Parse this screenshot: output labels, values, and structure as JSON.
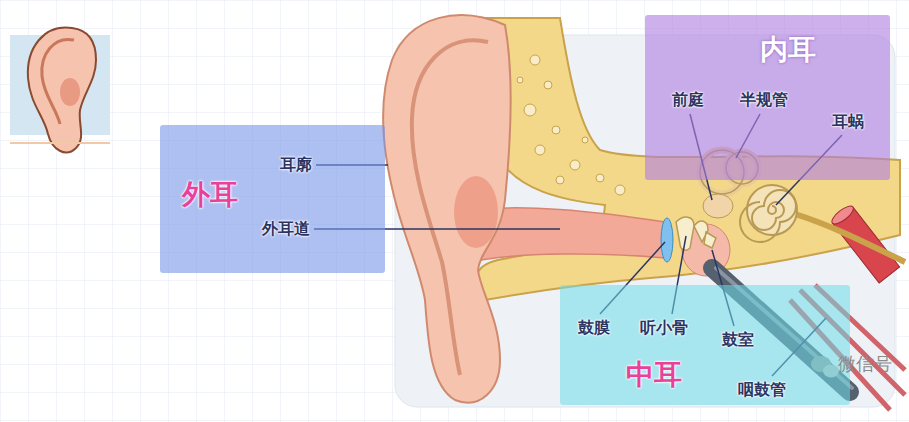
{
  "diagram": {
    "nodes": [
      {
        "text": [
          "内耳",
          "前庭",
          "半规管",
          "耳蜗"
        ]
      },
      {
        "text": [
          "外耳",
          "耳廓",
          "外耳道"
        ]
      },
      {
        "text": [
          "中耳",
          "鼓膜",
          "听小骨",
          "鼓室",
          "咽鼓管"
        ]
      }
    ],
    "edges": [],
    "labels": [
      "微信号"
    ]
  }
}
